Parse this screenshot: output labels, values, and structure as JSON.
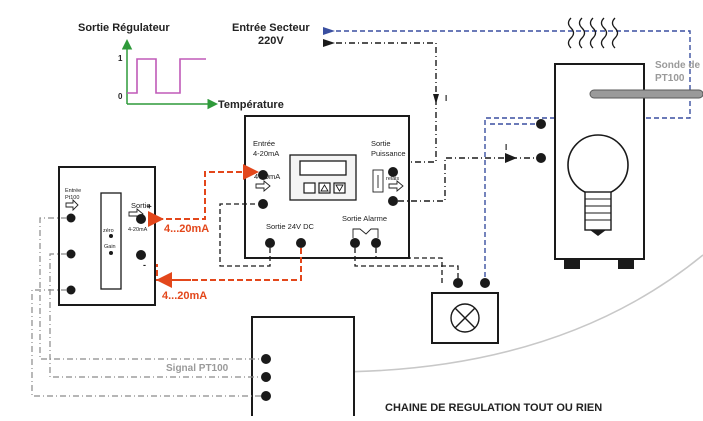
{
  "graph": {
    "title": "Sortie Régulateur",
    "x_axis_label": "Température",
    "level_high": "1",
    "level_low": "0"
  },
  "mains": {
    "label_line1": "Entrée Secteur",
    "label_line2": "220V"
  },
  "current_arrow": "I",
  "regulator": {
    "input_label_line1": "Entrée",
    "input_label_line2": "4-20mA",
    "input_label_line3": "4-20mA",
    "power_label_line1": "Sortie",
    "power_label_line2": "Puissance",
    "relay_tiny": "relais",
    "dc_label": "Sortie 24V DC",
    "alarm_label": "Sortie Alarme"
  },
  "transmitter": {
    "input_line1": "Entrée",
    "input_line2": "Pt100",
    "output_line1": "Sortie",
    "output_line2": "4-20mA",
    "zero": "zéro",
    "gain": "Gain",
    "plus": "+",
    "minus": "-"
  },
  "signals": {
    "upper": "4...20mA",
    "lower": "4...20mA"
  },
  "probe_label_line1": "Sonde de",
  "probe_label_line2": "PT100",
  "signal_pt100": "Signal PT100",
  "bottom_title": "CHAINE DE REGULATION TOUT OU RIEN",
  "colors": {
    "signal": "#e3471b",
    "mains": "#3a4fa0",
    "wire_grey": "#8a8a8a",
    "wire_black": "#1a1a1a"
  }
}
